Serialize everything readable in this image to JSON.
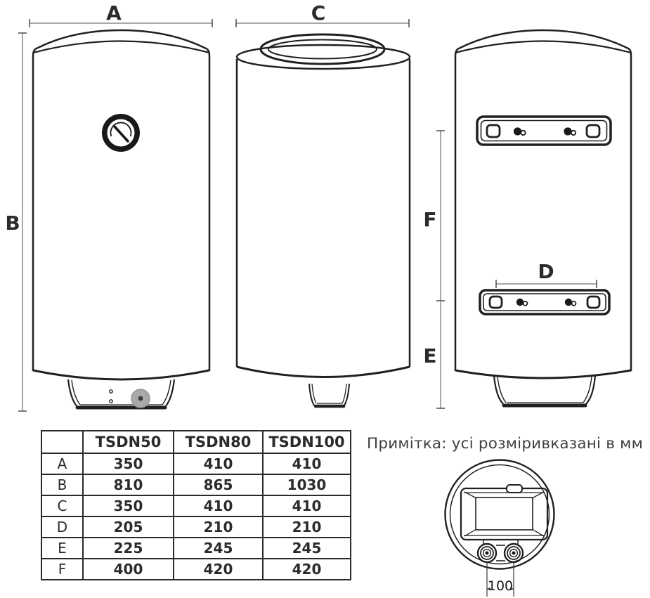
{
  "labels": {
    "a": "A",
    "b": "B",
    "c": "C",
    "d": "D",
    "e": "E",
    "f": "F"
  },
  "bottom_view": {
    "pipe_spacing": "100"
  },
  "note": "Примітка: усі розміривказані в мм",
  "table": {
    "headers": [
      "",
      "TSDN50",
      "TSDN80",
      "TSDN100"
    ],
    "rows": [
      {
        "label": "A",
        "values": [
          "350",
          "410",
          "410"
        ]
      },
      {
        "label": "B",
        "values": [
          "810",
          "865",
          "1030"
        ]
      },
      {
        "label": "C",
        "values": [
          "350",
          "410",
          "410"
        ]
      },
      {
        "label": "D",
        "values": [
          "205",
          "210",
          "210"
        ]
      },
      {
        "label": "E",
        "values": [
          "225",
          "245",
          "245"
        ]
      },
      {
        "label": "F",
        "values": [
          "400",
          "420",
          "420"
        ]
      }
    ]
  },
  "colors": {
    "line": "#231f20",
    "dim_line": "#8c8c8c",
    "text": "#2b2b2b",
    "knob_gray": "#a9a9a9"
  }
}
